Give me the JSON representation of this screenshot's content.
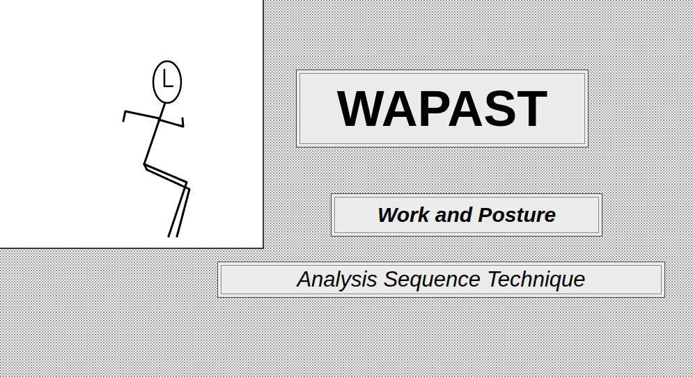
{
  "diagram": {
    "nodes": [
      {
        "text": [
          "WAPAST"
        ]
      },
      {
        "text": [
          "Work and Posture"
        ]
      },
      {
        "text": [
          "Analysis Sequence Technique"
        ]
      }
    ]
  }
}
